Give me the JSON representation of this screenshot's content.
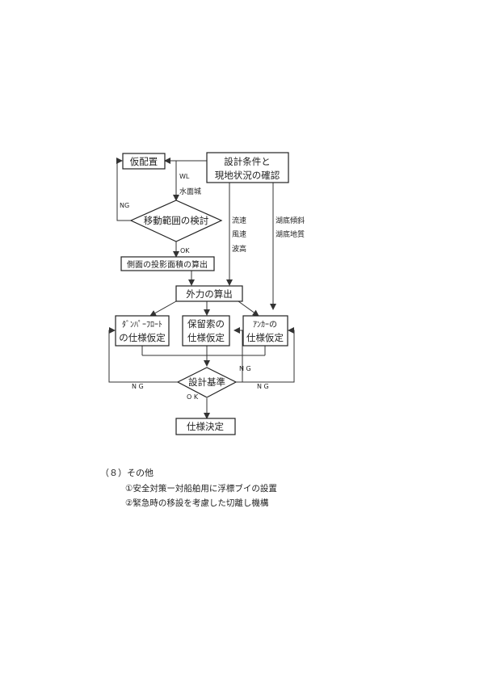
{
  "flow": {
    "kari_haichi": "仮配置",
    "conditions": [
      "設計条件と",
      "現地状況の確認"
    ],
    "wl": "WL",
    "suimenki": "水面城",
    "ng_left": "NG",
    "idou": "移動範囲の検討",
    "ok_top": "OK",
    "sokumen": "側面の投影面積の算出",
    "ryusoku": "流速",
    "fusoku": "風速",
    "hakou": "波高",
    "kotei_keisha": "湖底傾斜",
    "kotei_chishitsu": "湖底地質",
    "gairyoku": "外力の算出",
    "damper": [
      "ﾀﾞﾝﾊﾟｰﾌﾛｰﾄ",
      "の仕様仮定"
    ],
    "hoKryu": [
      "保留索の",
      "仕様仮定"
    ],
    "anchor": [
      "ｱﾝｶｰの",
      "仕様仮定"
    ],
    "ng_bottom_left": "N G",
    "ng_bottom_right": "N G",
    "ng_right_top": "N G",
    "sekkei_kijun": "設計基準",
    "ok_bottom": "O K",
    "shiyou_kettei": "仕様決定"
  },
  "section": {
    "heading": "（８）その他",
    "items": [
      "①安全対策ー対船舶用に浮標ブイの設置",
      "②緊急時の移設を考慮した切離し機構"
    ]
  }
}
